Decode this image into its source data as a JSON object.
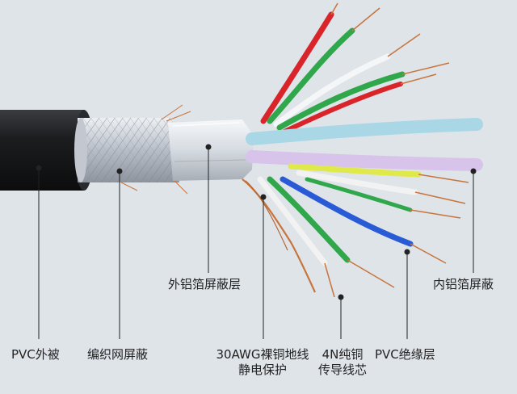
{
  "labels": {
    "pvc_jacket": "PVC外被",
    "braid_shield": "编织网屏蔽",
    "outer_foil": "外铝箔屏蔽层",
    "drain_line1": "30AWG裸铜地线",
    "drain_line2": "静电保护",
    "conductor_line1": "4N纯铜",
    "conductor_line2": "传导线芯",
    "pvc_insulation": "PVC绝缘层",
    "inner_foil": "内铝箔屏蔽"
  },
  "colors": {
    "background": "#dfe4e9",
    "jacket": "#1c1d1f",
    "copper": "#c8743c",
    "braid": "#c9ced6",
    "foil": "#e4e8ee"
  },
  "cores": [
    {
      "name": "red",
      "color": "#d9242a"
    },
    {
      "name": "green",
      "color": "#2fa74a"
    },
    {
      "name": "white",
      "color": "#f4f6f8"
    },
    {
      "name": "light-blue",
      "color": "#a9d7e6"
    },
    {
      "name": "light-purple",
      "color": "#d8c4ea"
    },
    {
      "name": "yellow",
      "color": "#dfe94a"
    },
    {
      "name": "white-lower",
      "color": "#f2f2f2"
    },
    {
      "name": "blue",
      "color": "#2a5bd6"
    }
  ]
}
